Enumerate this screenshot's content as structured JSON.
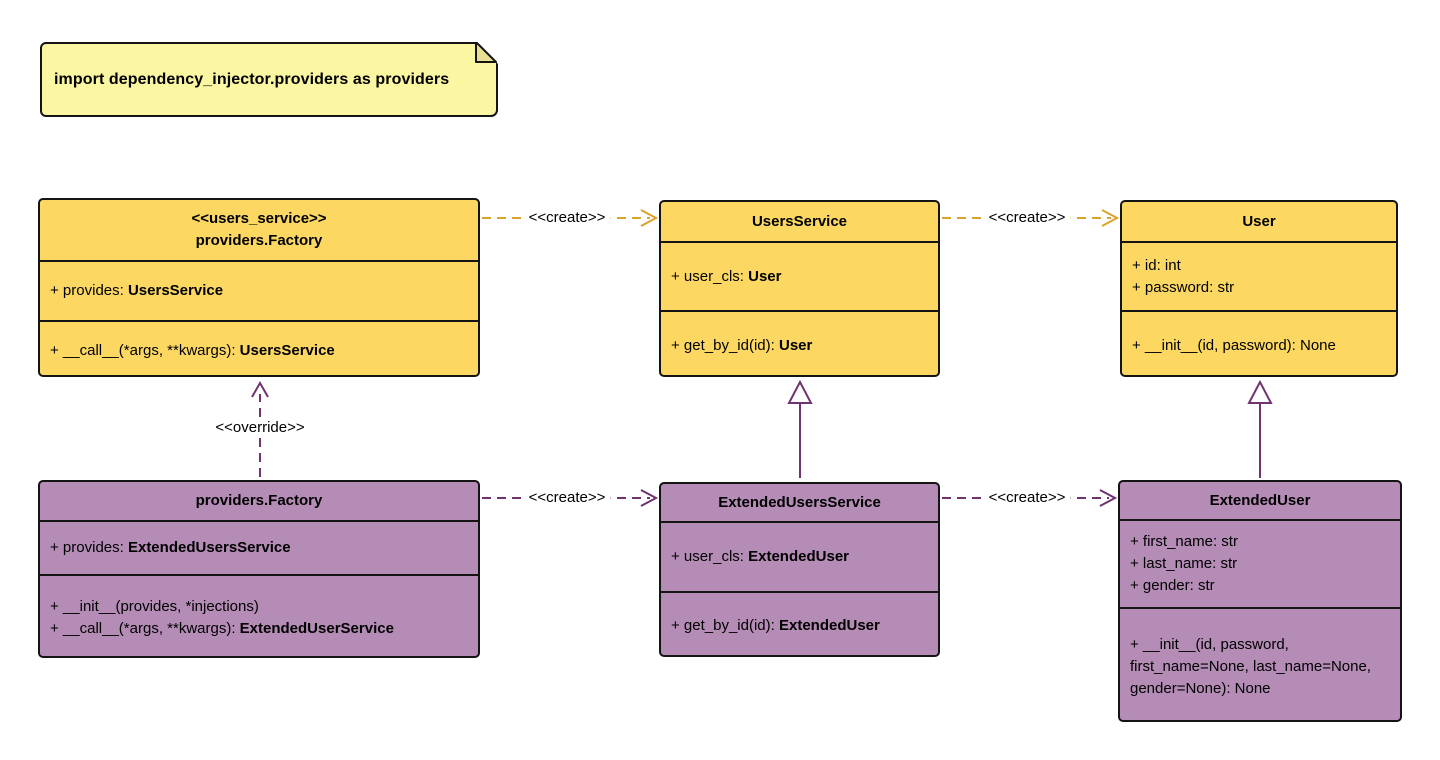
{
  "note": {
    "text": "import dependency_injector.providers as providers"
  },
  "colors": {
    "background": "#ffffff",
    "class_yellow_fill": "#fcd862",
    "class_purple_fill": "#b48cb6",
    "note_fill": "#faf6a2",
    "note_fold": "#e8e093",
    "border": "#141414",
    "edge_gold": "#d8a22b",
    "edge_purple": "#70336f",
    "text": "#000000"
  },
  "classes": [
    {
      "id": "factory-users-service",
      "color": "yellow",
      "title_lines": [
        "<<users_service>>",
        "providers.Factory"
      ],
      "attributes": [
        {
          "label": "+ provides: ",
          "type": "UsersService"
        }
      ],
      "methods": [
        {
          "label": "+ __call__(*args, **kwargs): ",
          "type": "UsersService"
        }
      ]
    },
    {
      "id": "users-service",
      "color": "yellow",
      "title_lines": [
        "UsersService"
      ],
      "attributes": [
        {
          "label": "+ user_cls: ",
          "type": "User"
        }
      ],
      "methods": [
        {
          "label": "+ get_by_id(id): ",
          "type": "User"
        }
      ]
    },
    {
      "id": "user",
      "color": "yellow",
      "title_lines": [
        "User"
      ],
      "attributes": [
        {
          "label": "+ id: int",
          "type": ""
        },
        {
          "label": "+ password: str",
          "type": ""
        }
      ],
      "methods": [
        {
          "label": "+ __init__(id, password): None",
          "type": ""
        }
      ]
    },
    {
      "id": "extended-factory",
      "color": "purple",
      "title_lines": [
        "providers.Factory"
      ],
      "attributes": [
        {
          "label": "+ provides: ",
          "type": "ExtendedUsersService"
        }
      ],
      "methods": [
        {
          "label": "+ __init__(provides, *injections)",
          "type": ""
        },
        {
          "label": "+ __call__(*args, **kwargs): ",
          "type": "ExtendedUserService"
        }
      ]
    },
    {
      "id": "extended-users-service",
      "color": "purple",
      "title_lines": [
        "ExtendedUsersService"
      ],
      "attributes": [
        {
          "label": "+ user_cls: ",
          "type": "ExtendedUser"
        }
      ],
      "methods": [
        {
          "label": "+ get_by_id(id): ",
          "type": "ExtendedUser"
        }
      ]
    },
    {
      "id": "extended-user",
      "color": "purple",
      "title_lines": [
        "ExtendedUser"
      ],
      "attributes": [
        {
          "label": "+ first_name: str",
          "type": ""
        },
        {
          "label": "+ last_name: str",
          "type": ""
        },
        {
          "label": "+ gender: str",
          "type": ""
        }
      ],
      "methods": [
        {
          "label": "+ __init__(id, password, first_name=None, last_name=None, gender=None): None",
          "type": ""
        }
      ]
    }
  ],
  "edges": {
    "create_factory_to_usersservice": "<<create>>",
    "create_usersservice_to_user": "<<create>>",
    "create_extfactory_to_extusersservice": "<<create>>",
    "create_extusersservice_to_extuser": "<<create>>",
    "override_extfactory_to_factory": "<<override>>"
  }
}
